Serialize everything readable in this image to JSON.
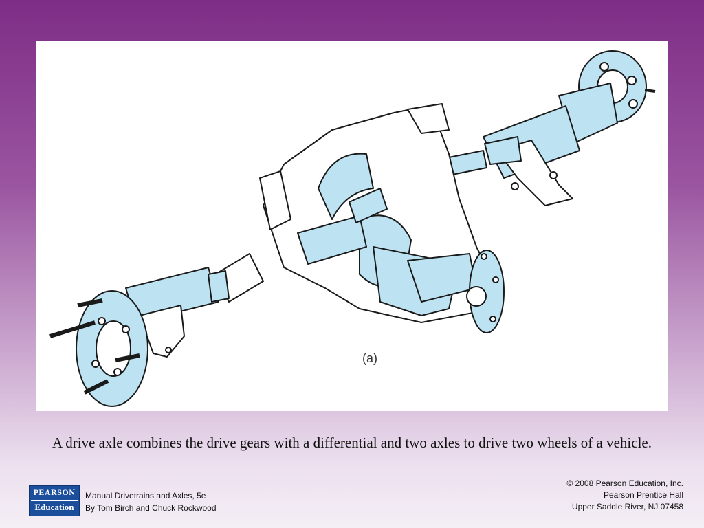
{
  "figure": {
    "label": "(a)",
    "illustration": "drive-axle-assembly",
    "colors": {
      "part_fill": "#bde3f3",
      "line": "#1a1a1a",
      "background": "#ffffff"
    }
  },
  "caption": "A drive axle combines the drive gears with a differential and two axles to drive two wheels of a vehicle.",
  "footer": {
    "logo": {
      "top": "PEARSON",
      "bottom": "Education"
    },
    "book_title": "Manual Drivetrains and Axles, 5e",
    "authors": "By Tom Birch and Chuck Rockwood",
    "copyright": "© 2008 Pearson Education, Inc.",
    "publisher": "Pearson Prentice Hall",
    "location": "Upper Saddle River, NJ 07458"
  },
  "theme": {
    "gradient_top": "#7e2d86",
    "gradient_bottom": "#f4eef5",
    "logo_blue": "#1b4f9c"
  }
}
